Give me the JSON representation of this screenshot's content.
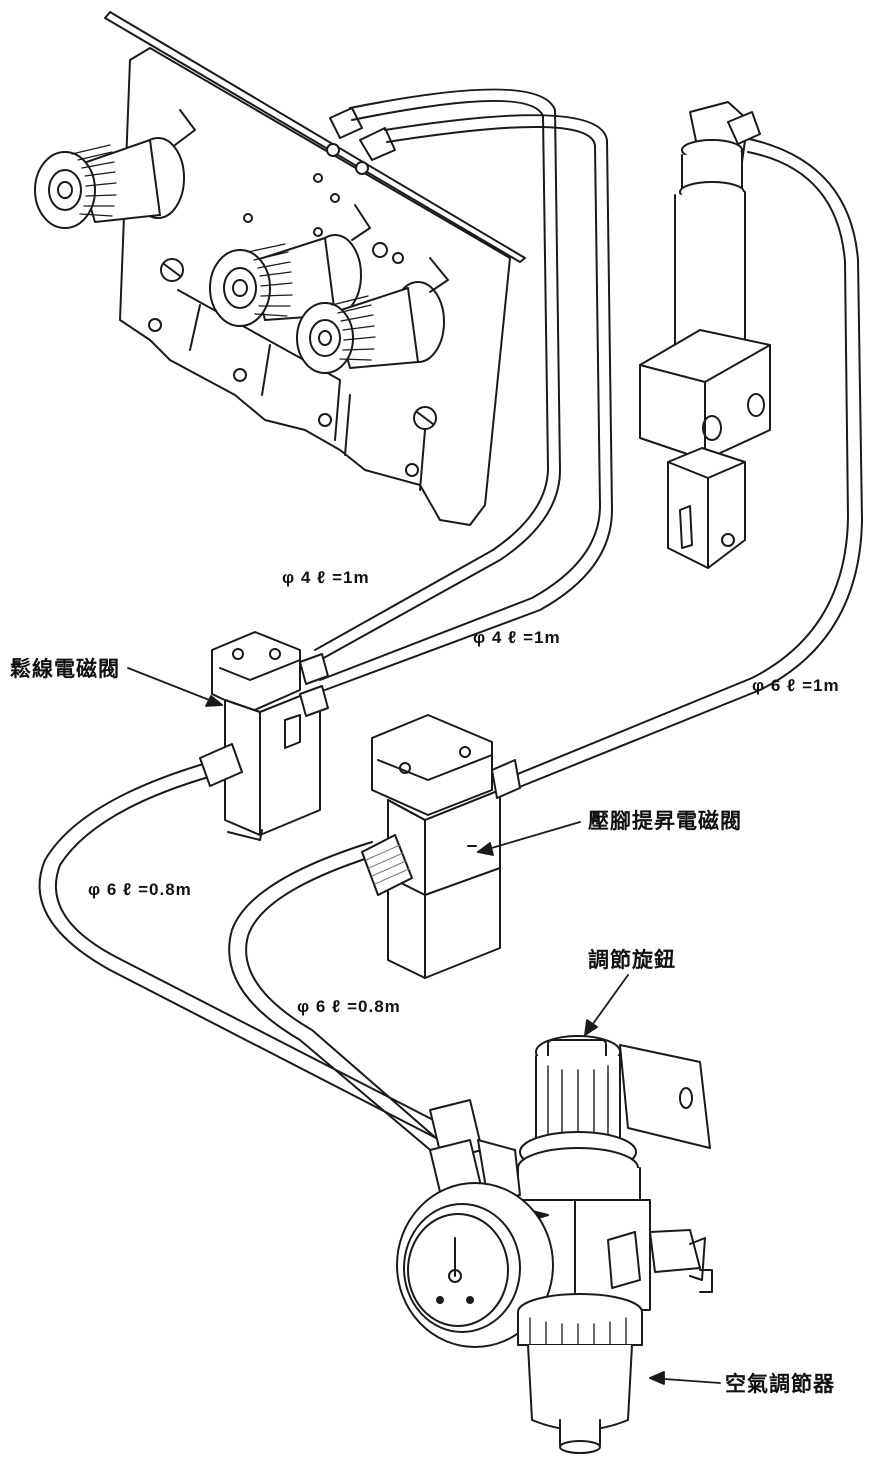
{
  "labels": {
    "pipe_top_left": "φ 4 ℓ =1m",
    "pipe_top_mid": "φ 4 ℓ =1m",
    "pipe_right": "φ 6 ℓ =1m",
    "pipe_left_low": "φ 6 ℓ =0.8m",
    "pipe_bottom_mid": "φ 6 ℓ =0.8m",
    "thread_release_valve": "鬆線電磁閥",
    "presser_lift_valve": "壓腳提昇電磁閥",
    "adjust_knob": "調節旋鈕",
    "air_regulator": "空氣調節器"
  },
  "colors": {
    "line": "#1a1a1a",
    "fill": "#ffffff",
    "shade": "#9a9a9a"
  }
}
